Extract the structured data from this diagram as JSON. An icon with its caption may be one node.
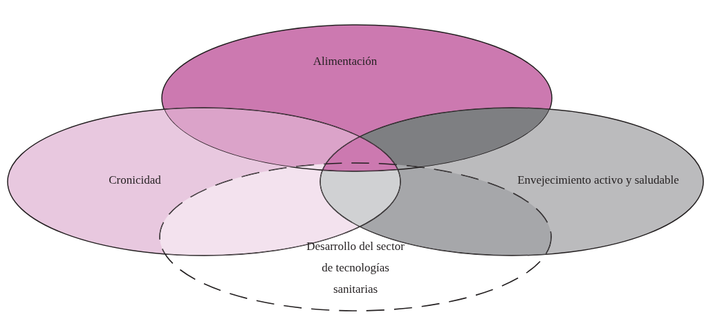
{
  "diagram": {
    "nodes": [
      {
        "text": [
          "Alimentación"
        ]
      },
      {
        "text": [
          "Cronicidad"
        ]
      },
      {
        "text": [
          "Envejecimiento activo y saludable"
        ]
      },
      {
        "text": [
          "Desarrollo del sector de tecnologías sanitarias"
        ]
      }
    ]
  }
}
